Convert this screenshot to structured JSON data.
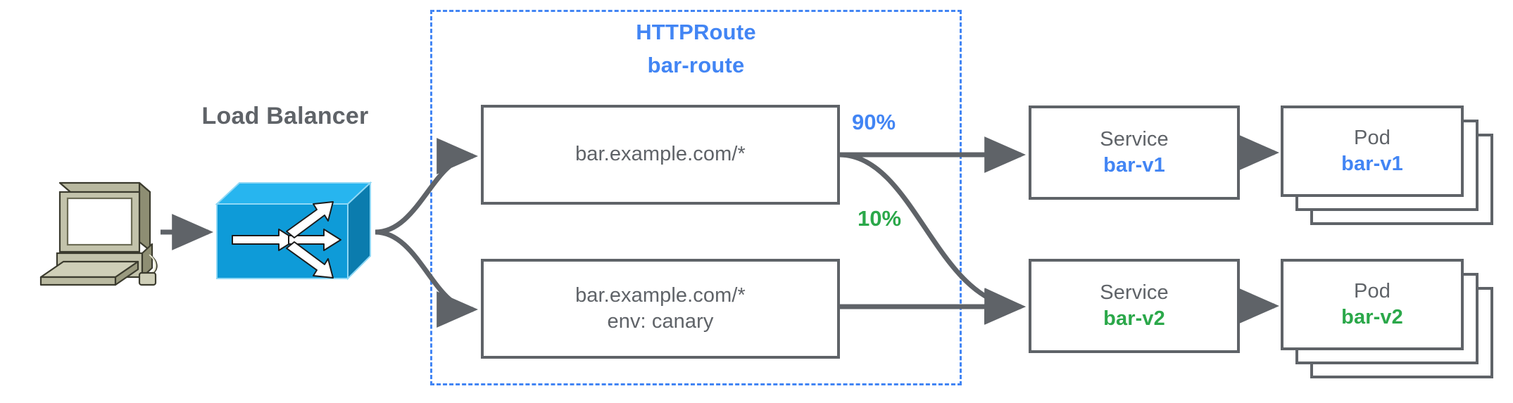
{
  "diagram": {
    "title": "Gateway API HTTPRoute traffic split diagram",
    "background": "#ffffff",
    "colors": {
      "blue": "#4285f4",
      "green": "#2ba84a",
      "gray": "#5f6368",
      "router_blue": "#0e9bd8",
      "router_blue_dark": "#0b7cae",
      "router_blue_top": "#27b5ef",
      "pc_body": "#b5b59a",
      "pc_light": "#c8c8b0",
      "pc_dark": "#8e8e72"
    }
  },
  "client": {
    "icon": "workstation-computer-icon",
    "alt": "client workstation"
  },
  "load_balancer": {
    "label": "Load Balancer",
    "icon": "load-balancer-router-icon"
  },
  "httproute": {
    "kind_label": "HTTPRoute",
    "name_label": "bar-route",
    "boundary": "dashed"
  },
  "rules": [
    {
      "id": "rule-1",
      "lines": [
        "bar.example.com/*"
      ]
    },
    {
      "id": "rule-2",
      "lines": [
        "bar.example.com/*",
        "env: canary"
      ]
    }
  ],
  "weights": [
    {
      "id": "weight-90",
      "label": "90%",
      "color": "#4285f4"
    },
    {
      "id": "weight-10",
      "label": "10%",
      "color": "#2ba84a"
    }
  ],
  "services": [
    {
      "id": "service-bar-v1",
      "kind": "Service",
      "name": "bar-v1",
      "color": "#4285f4"
    },
    {
      "id": "service-bar-v2",
      "kind": "Service",
      "name": "bar-v2",
      "color": "#2ba84a"
    }
  ],
  "pods": [
    {
      "id": "pod-bar-v1",
      "kind": "Pod",
      "name": "bar-v1",
      "color": "#4285f4",
      "replicas": 3
    },
    {
      "id": "pod-bar-v2",
      "kind": "Pod",
      "name": "bar-v2",
      "color": "#2ba84a",
      "replicas": 3
    }
  ]
}
